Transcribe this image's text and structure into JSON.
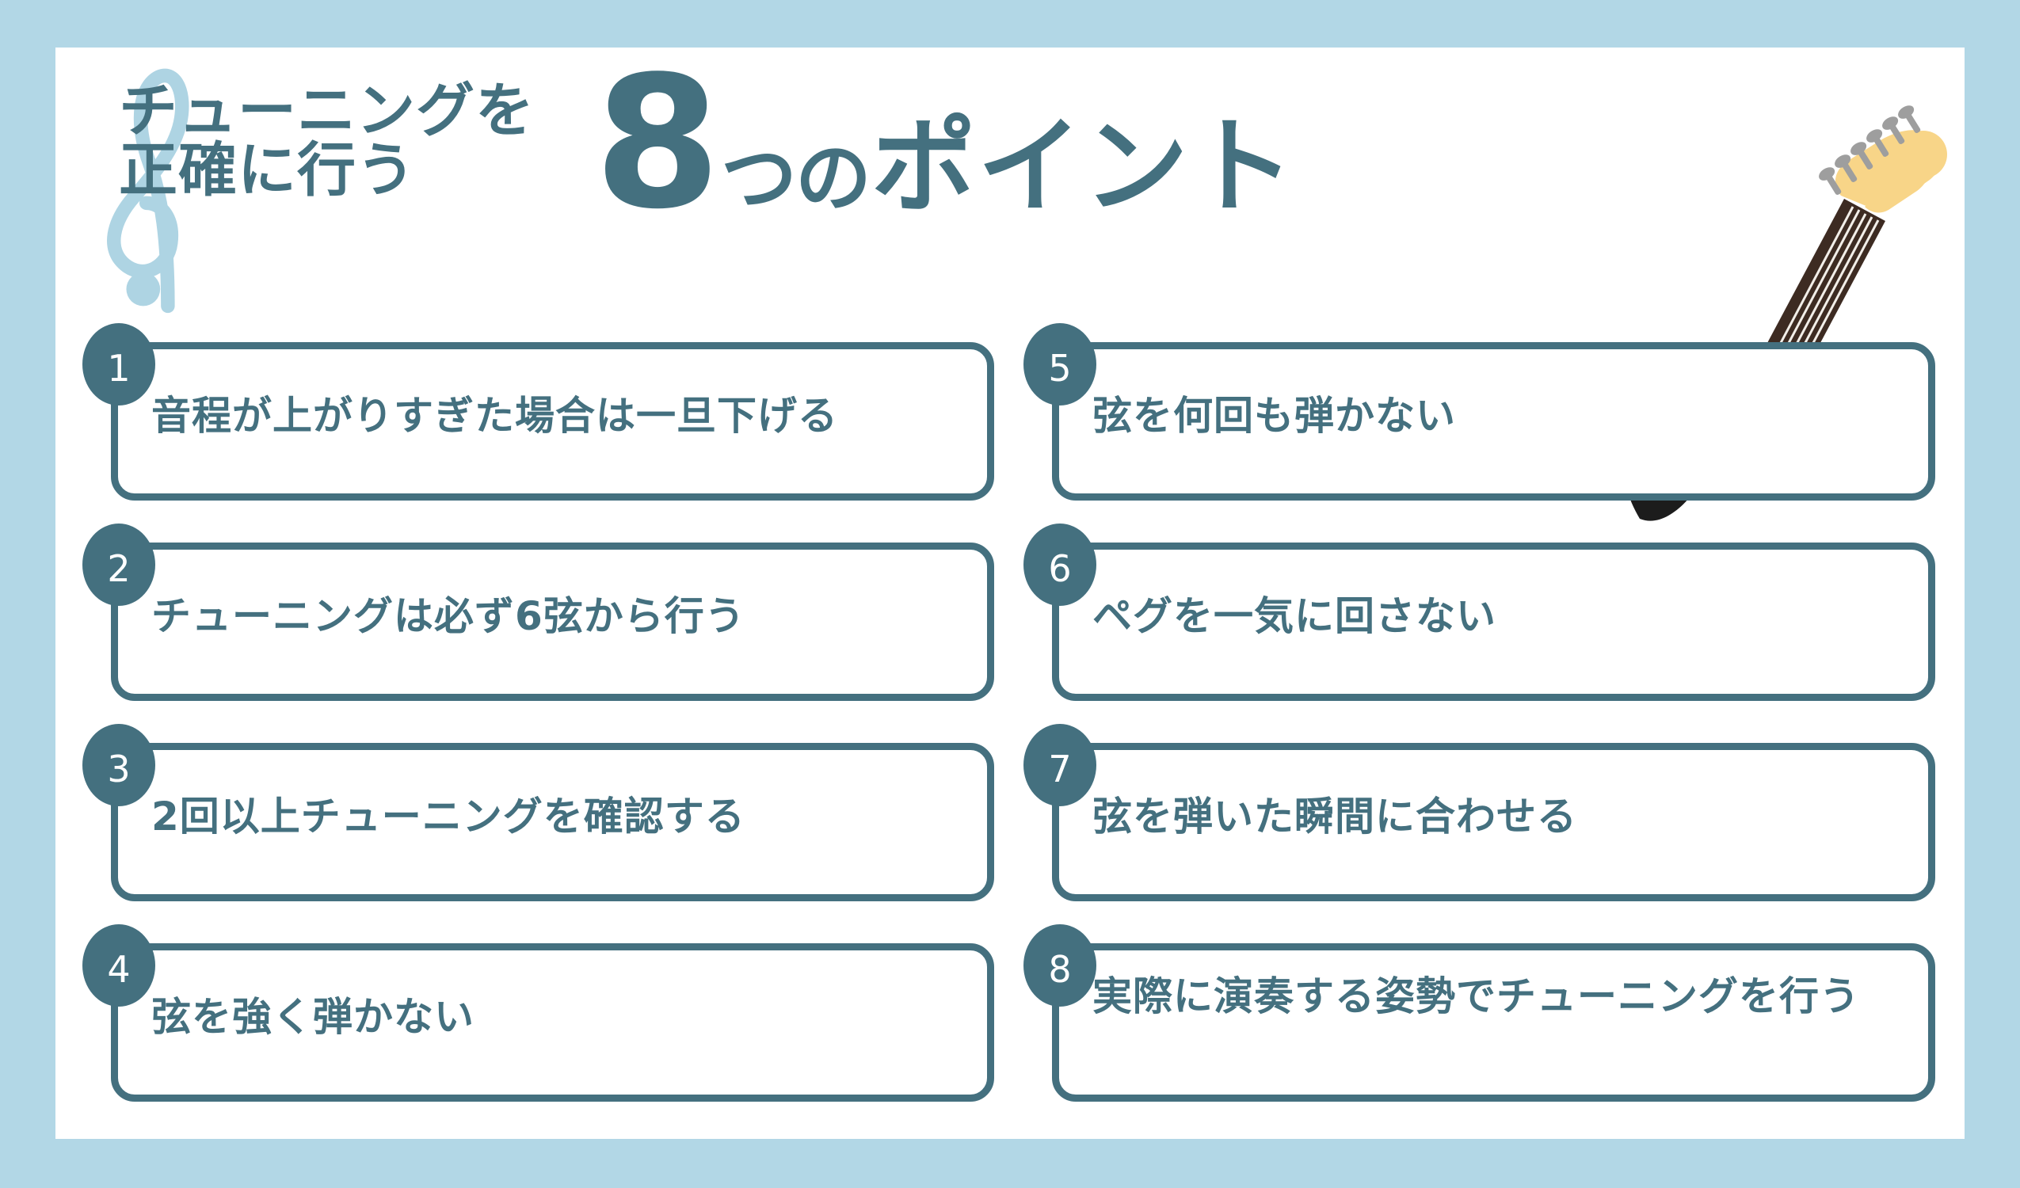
{
  "theme": {
    "background": "#b2d7e6",
    "panel": "#ffffff",
    "accent": "#44707f",
    "watermark": "#aed4e3",
    "headstock": "#f8d588",
    "neck": "#3d2b22",
    "body": "#1c1c1c",
    "peg": "#9e9e9e"
  },
  "header": {
    "title_line1": "チューニングを",
    "title_line2": "正確に行う",
    "count": "8",
    "count_suffix_small": "つの",
    "count_suffix_big": "ポイント",
    "clef_icon": "treble-clef-icon",
    "guitar_icon": "electric-guitar-icon"
  },
  "points": [
    {
      "number": "1",
      "text": "音程が上がりすぎた場合は一旦下げる"
    },
    {
      "number": "2",
      "text": "チューニングは必ず6弦から行う"
    },
    {
      "number": "3",
      "text": "2回以上チューニングを確認する"
    },
    {
      "number": "4",
      "text": "弦を強く弾かない"
    },
    {
      "number": "5",
      "text": "弦を何回も弾かない"
    },
    {
      "number": "6",
      "text": "ペグを一気に回さない"
    },
    {
      "number": "7",
      "text": "弦を弾いた瞬間に合わせる"
    },
    {
      "number": "8",
      "text": "実際に演奏する姿勢でチューニングを行う"
    }
  ]
}
